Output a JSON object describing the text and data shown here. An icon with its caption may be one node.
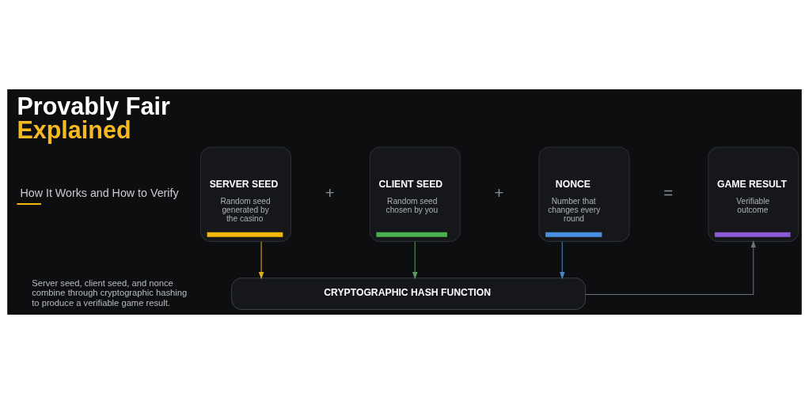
{
  "diagram": {
    "title": "Provably Fair Explained",
    "nodes": [
      {
        "text": [
          "SERVER SEED",
          "Random seed generated by the casino"
        ]
      },
      {
        "text": [
          "CLIENT SEED",
          "Random seed chosen by you"
        ]
      },
      {
        "text": [
          "NONCE",
          "Number that changes every round"
        ]
      },
      {
        "text": [
          "GAME RESULT",
          "Verifiable outcome"
        ]
      },
      {
        "text": [
          "CRYPTOGRAPHIC HASH FUNCTION"
        ]
      }
    ],
    "edges": [
      {
        "from": 0,
        "to": 4,
        "arrow": "to",
        "color": "#e0b020"
      },
      {
        "from": 1,
        "to": 4,
        "arrow": "to",
        "color": "#5a9a62"
      },
      {
        "from": 2,
        "to": 4,
        "arrow": "to",
        "color": "#4a86c8"
      },
      {
        "from": 4,
        "to": 3,
        "arrow": "to",
        "color": "#6e7176"
      }
    ],
    "labels": [
      "How It Works and How to Verify",
      "Server seed, client seed, and nonce combine through cryptographic hashing to produce a verifiable game result.",
      "+",
      "+",
      "="
    ]
  }
}
